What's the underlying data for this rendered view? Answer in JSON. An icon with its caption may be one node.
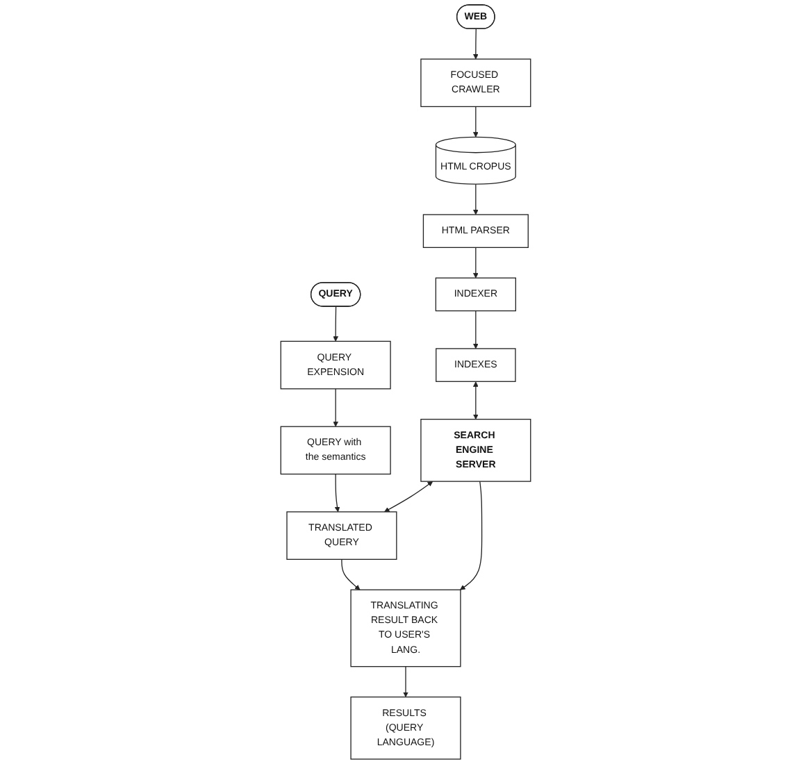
{
  "diagram": {
    "nodes": [
      {
        "text": [
          "WEB"
        ]
      },
      {
        "text": [
          "FOCUSED CRAWLER"
        ]
      },
      {
        "text": [
          "HTML CROPUS"
        ]
      },
      {
        "text": [
          "HTML PARSER"
        ]
      },
      {
        "text": [
          "INDEXER"
        ]
      },
      {
        "text": [
          "INDEXES"
        ]
      },
      {
        "text": [
          "SEARCH ENGINE SERVER"
        ]
      },
      {
        "text": [
          "QUERY"
        ]
      },
      {
        "text": [
          "QUERY EXPENSION"
        ]
      },
      {
        "text": [
          "QUERY with the semantics"
        ]
      },
      {
        "text": [
          "TRANSLATED QUERY"
        ]
      },
      {
        "text": [
          "TRANSLATING RESULT BACK TO USER'S LANG."
        ]
      },
      {
        "text": [
          "RESULTS (QUERY LANGUAGE)"
        ]
      }
    ],
    "edges": [
      {
        "from": 0,
        "to": 1,
        "arrow": "to"
      },
      {
        "from": 1,
        "to": 2,
        "arrow": "to"
      },
      {
        "from": 2,
        "to": 3,
        "arrow": "to"
      },
      {
        "from": 3,
        "to": 4,
        "arrow": "to"
      },
      {
        "from": 4,
        "to": 5,
        "arrow": "to"
      },
      {
        "from": 5,
        "to": 6,
        "arrow": "both"
      },
      {
        "from": 7,
        "to": 8,
        "arrow": "to"
      },
      {
        "from": 8,
        "to": 9,
        "arrow": "to"
      },
      {
        "from": 9,
        "to": 10,
        "arrow": "to"
      },
      {
        "from": 6,
        "to": 10,
        "arrow": "both"
      },
      {
        "from": 10,
        "to": 11,
        "arrow": "to"
      },
      {
        "from": 6,
        "to": 11,
        "arrow": "to"
      },
      {
        "from": 11,
        "to": 12,
        "arrow": "to"
      }
    ]
  }
}
